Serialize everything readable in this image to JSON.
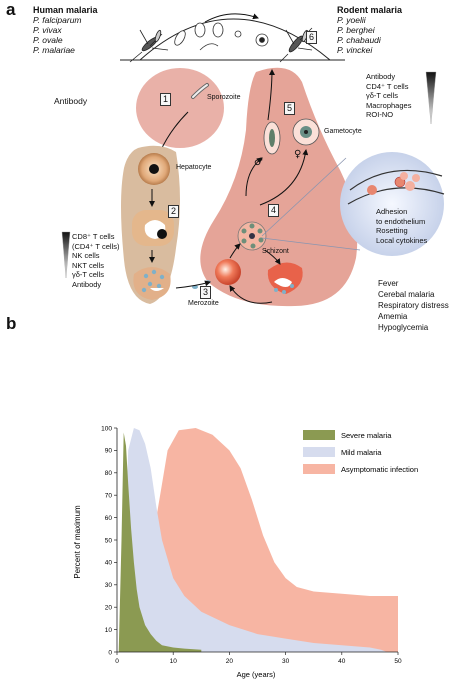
{
  "panel_a": {
    "letter": "a",
    "human_malaria": {
      "title": "Human malaria",
      "species": [
        "P. falciparum",
        "P. vivax",
        "P. ovale",
        "P. malariae"
      ]
    },
    "rodent_malaria": {
      "title": "Rodent malaria",
      "species": [
        "P. yoelii",
        "P. berghei",
        "P. chabaudi",
        "P. vinckei"
      ]
    },
    "antibody_left": "Antibody",
    "stages": {
      "n1": "1",
      "n2": "2",
      "n3": "3",
      "n4": "4",
      "n5": "5",
      "n6": "6",
      "sporozoite": "Sporozoite",
      "hepatocyte": "Hepatocyte",
      "merozoite": "Merozoite",
      "schizont": "Schizont",
      "gametocyte": "Gametocyte"
    },
    "liver_immunity": [
      "CD8⁺ T cells",
      "(CD4⁺ T cells)",
      "NK cells",
      "NKT cells",
      "γδ-T cells",
      "Antibody"
    ],
    "blood_immunity": [
      "Antibody",
      "CD4⁺ T cells",
      "γδ-T cells",
      "Macrophages",
      "ROI-NO"
    ],
    "adhesion": [
      "Adhesion",
      "to endothelium",
      "Rosetting",
      "Local cytokines"
    ],
    "symptoms": [
      "Fever",
      "Cerebal malaria",
      "Respiratory distress",
      "Amemia",
      "Hypoglycemia"
    ],
    "male_symbol": "♂",
    "female_symbol": "♀",
    "colors": {
      "liver_bg": "#d9bc9f",
      "blood_bg": "#e5a498",
      "spz_bg": "#e9b1a8",
      "rbc": "#e8624a"
    }
  },
  "panel_b": {
    "letter": "b",
    "chart_data": {
      "type": "area",
      "xlabel": "Age (years)",
      "ylabel": "Percent of maximum",
      "xlim": [
        0,
        50
      ],
      "ylim": [
        0,
        100
      ],
      "xticks": [
        "0",
        "10",
        "20",
        "30",
        "40",
        "50"
      ],
      "yticks": [
        "0",
        "10",
        "20",
        "30",
        "40",
        "50",
        "60",
        "70",
        "80",
        "90",
        "100"
      ],
      "legend_position": "top-right",
      "series": [
        {
          "name": "Asymptomatic infection",
          "color": "#f7b5a3",
          "x": [
            1.5,
            4,
            6,
            8,
            9,
            11,
            14,
            17,
            20,
            22,
            24,
            26,
            28,
            30,
            32,
            35,
            40,
            45,
            50
          ],
          "y": [
            5,
            20,
            45,
            75,
            90,
            99,
            100,
            97,
            90,
            82,
            68,
            52,
            40,
            33,
            29,
            27,
            26,
            25,
            25
          ]
        },
        {
          "name": "Mild malaria",
          "color": "#d6dcee",
          "x": [
            1,
            1.5,
            2,
            3,
            4,
            5,
            6,
            7,
            8,
            10,
            12,
            15,
            20,
            25,
            30,
            35,
            40,
            45,
            47,
            48
          ],
          "y": [
            20,
            55,
            90,
            100,
            99,
            93,
            82,
            65,
            50,
            33,
            25,
            18,
            12,
            8,
            6,
            4,
            3,
            2,
            1,
            0
          ]
        },
        {
          "name": "Severe malaria",
          "color": "#8b9a52",
          "x": [
            0.3,
            0.8,
            1.2,
            1.6,
            2,
            2.5,
            3,
            3.5,
            4,
            5,
            6,
            7,
            8,
            10,
            12,
            15
          ],
          "y": [
            0,
            50,
            98,
            92,
            75,
            55,
            40,
            28,
            20,
            12,
            8,
            5,
            3,
            2,
            1.5,
            1
          ]
        }
      ]
    }
  }
}
